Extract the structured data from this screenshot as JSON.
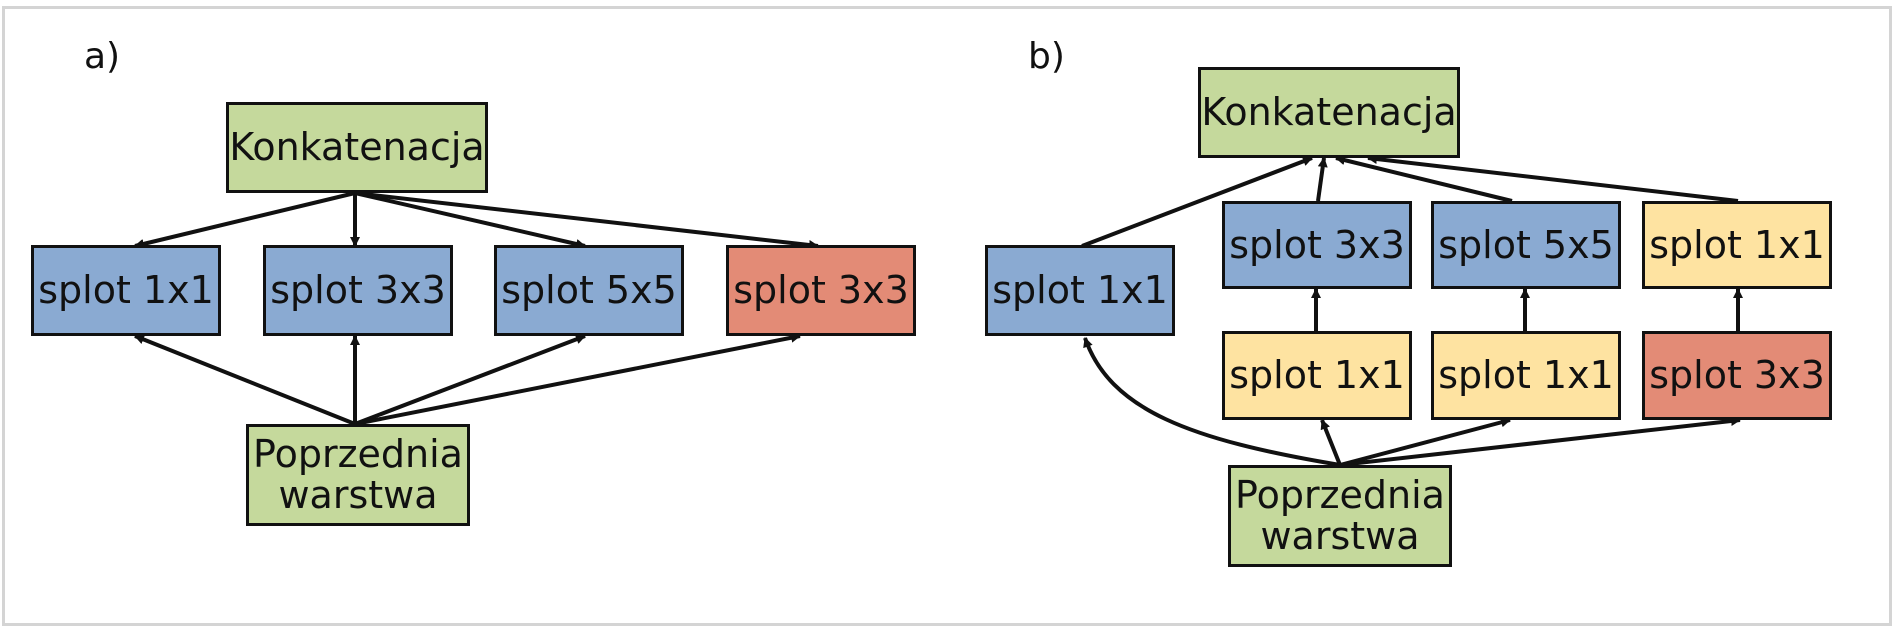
{
  "colors": {
    "green": "#c5d99c",
    "blue": "#8aaad2",
    "yellow": "#fee3a1",
    "red": "#e38b76",
    "edge": "#111111"
  },
  "panels": {
    "a": {
      "label": "a)",
      "concat": "Konkatenacja",
      "conv1x1": "splot 1x1",
      "conv3x3": "splot 3x3",
      "conv5x5": "splot 5x5",
      "pool3x3": "splot 3x3",
      "input": "Poprzednia\nwarstwa"
    },
    "b": {
      "label": "b)",
      "concat": "Konkatenacja",
      "conv1x1": "splot 1x1",
      "conv3x3": "splot 3x3",
      "conv5x5": "splot 5x5",
      "proj1x1": "splot 1x1",
      "reduce3x3": "splot 1x1",
      "reduce5x5": "splot 1x1",
      "pool3x3": "splot 3x3",
      "input": "Poprzednia\nwarstwa"
    }
  }
}
